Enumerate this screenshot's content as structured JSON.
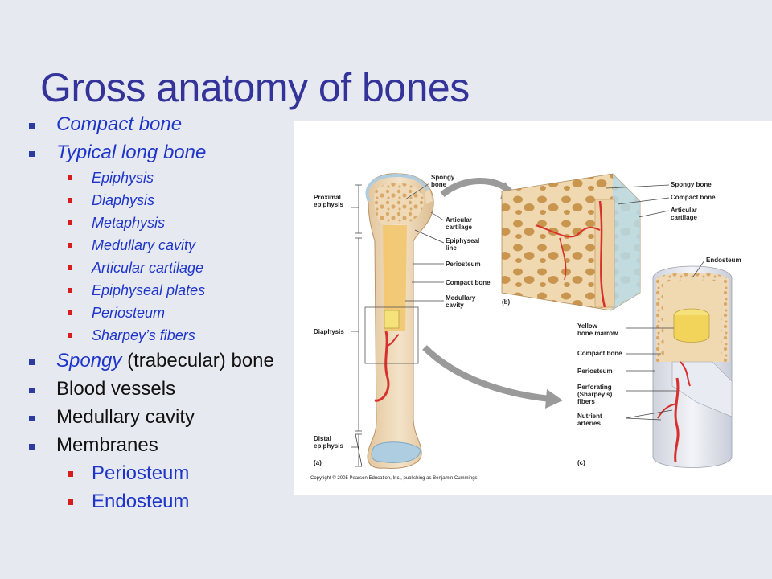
{
  "slide": {
    "title": "Gross anatomy of bones",
    "bullets": {
      "compact_bone": "Compact bone",
      "typical_long_bone": "Typical long bone",
      "sub": [
        "Epiphysis",
        "Diaphysis",
        "Metaphysis",
        "Medullary cavity",
        "Articular cartilage",
        "Epiphyseal plates",
        "Periosteum",
        "Sharpey’s fibers"
      ],
      "spongy": "Spongy",
      "spongy_rest": " (trabecular) bone",
      "blood_vessels": "Blood vessels",
      "medullary_cavity": "Medullary cavity",
      "membranes": "Membranes",
      "membrane_items": [
        "Periosteum",
        "Endosteum"
      ]
    }
  },
  "figure": {
    "labels": {
      "spongy_bone": "Spongy bone",
      "proximal_epiphysis": "Proximal epiphysis",
      "articular_cartilage": "Articular cartilage",
      "epiphyseal_line": "Epiphyseal line",
      "periosteum": "Periosteum",
      "compact_bone": "Compact bone",
      "medullary_cavity": "Medullary cavity",
      "diaphysis": "Diaphysis",
      "distal_epiphysis": "Distal epiphysis",
      "panel_a": "(a)",
      "panel_b": "(b)",
      "panel_c": "(c)",
      "b_spongy_bone": "Spongy bone",
      "b_compact_bone": "Compact bone",
      "b_articular_cartilage": "Articular cartilage",
      "endosteum": "Endosteum",
      "yellow_bone_marrow": "Yellow bone marrow",
      "c_compact_bone": "Compact bone",
      "c_periosteum": "Periosteum",
      "perforating_fibers": "Perforating (Sharpey’s) fibers",
      "nutrient_arteries": "Nutrient arteries",
      "copyright": "Copyright © 2005 Pearson Education, Inc., publishing as Benjamin Cummings."
    },
    "colors": {
      "bone": "#efd9b6",
      "marrow": "#f2c66e",
      "cartilage": "#aecde0",
      "artery": "#d8302c"
    }
  }
}
